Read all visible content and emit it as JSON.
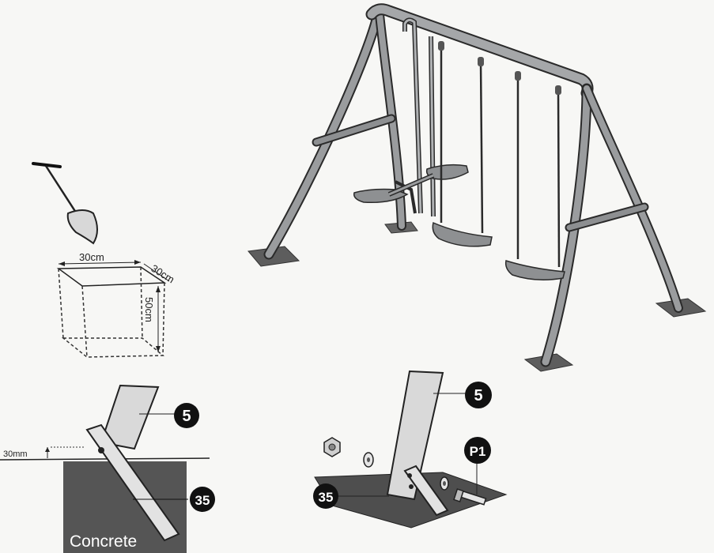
{
  "dimensions": {
    "width": "30cm",
    "depth": "30cm",
    "height": "50cm",
    "offset": "30mm"
  },
  "callouts": {
    "leg_part": "5",
    "stake_part": "35",
    "bolt_part": "P1"
  },
  "labels": {
    "concrete": "Concrete"
  },
  "colors": {
    "frame": "#8a8c8e",
    "outline": "#2a2a2a",
    "ground_pad": "#5a5a5a",
    "concrete": "#555555",
    "callout_bg": "#111111"
  }
}
